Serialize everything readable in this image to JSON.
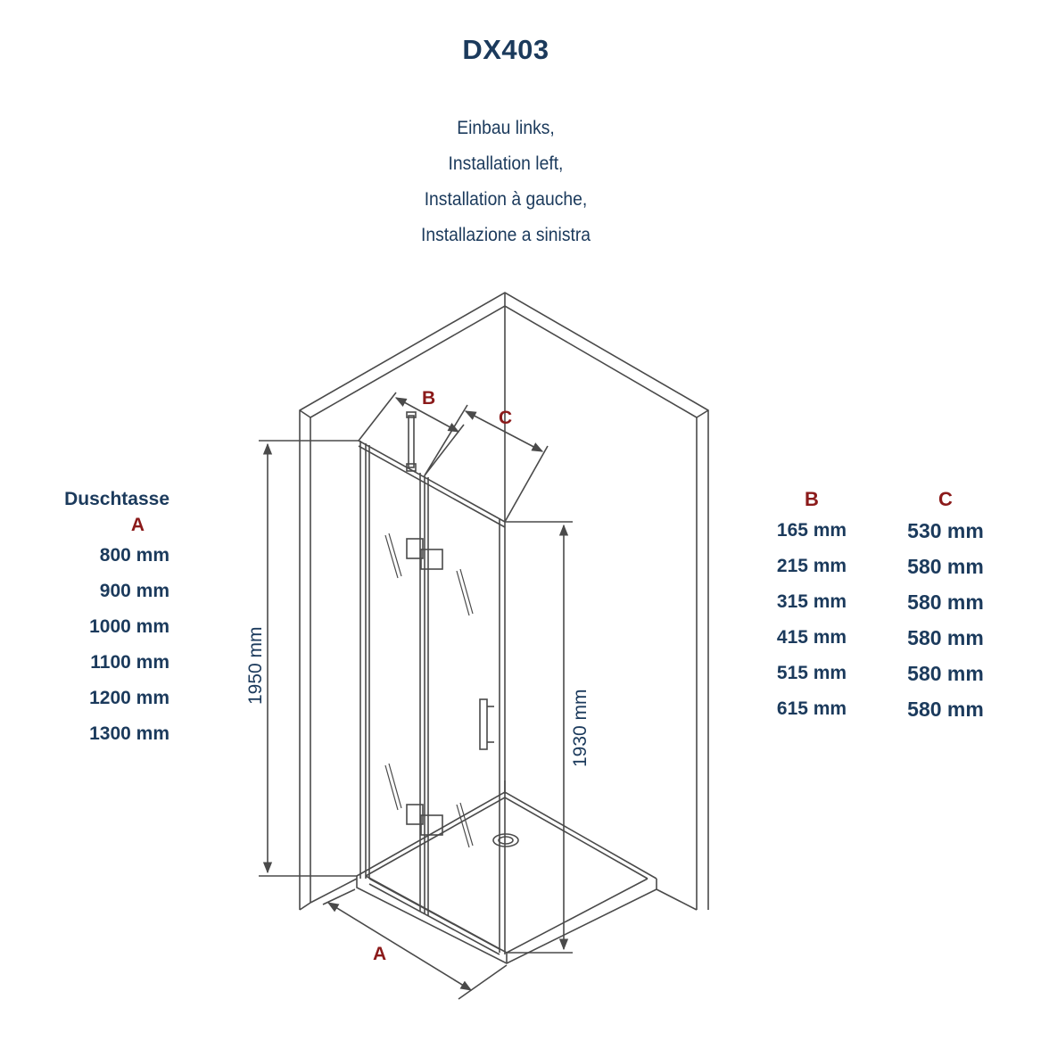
{
  "title": "DX403",
  "subtitle": [
    "Einbau links,",
    "Installation left,",
    "Installation à gauche,",
    "Installazione a sinistra"
  ],
  "left_table": {
    "header": "Duschtasse",
    "letter": "A",
    "rows": [
      "800 mm",
      "900 mm",
      "1000 mm",
      "1100 mm",
      "1200 mm",
      "1300 mm"
    ]
  },
  "right_table": {
    "headers": [
      "B",
      "C"
    ],
    "b_values": [
      "165 mm",
      "215 mm",
      "315 mm",
      "415 mm",
      "515 mm",
      "615 mm"
    ],
    "c_values": [
      "530 mm",
      "580 mm",
      "580 mm",
      "580 mm",
      "580 mm",
      "580 mm"
    ]
  },
  "diagram": {
    "label_a": "A",
    "label_b": "B",
    "label_c": "C",
    "dim_height_total": "1950 mm",
    "dim_height_door": "1930 mm"
  },
  "colors": {
    "text": "#1b3a5c",
    "accent": "#8b1a1a",
    "line": "#444444"
  }
}
